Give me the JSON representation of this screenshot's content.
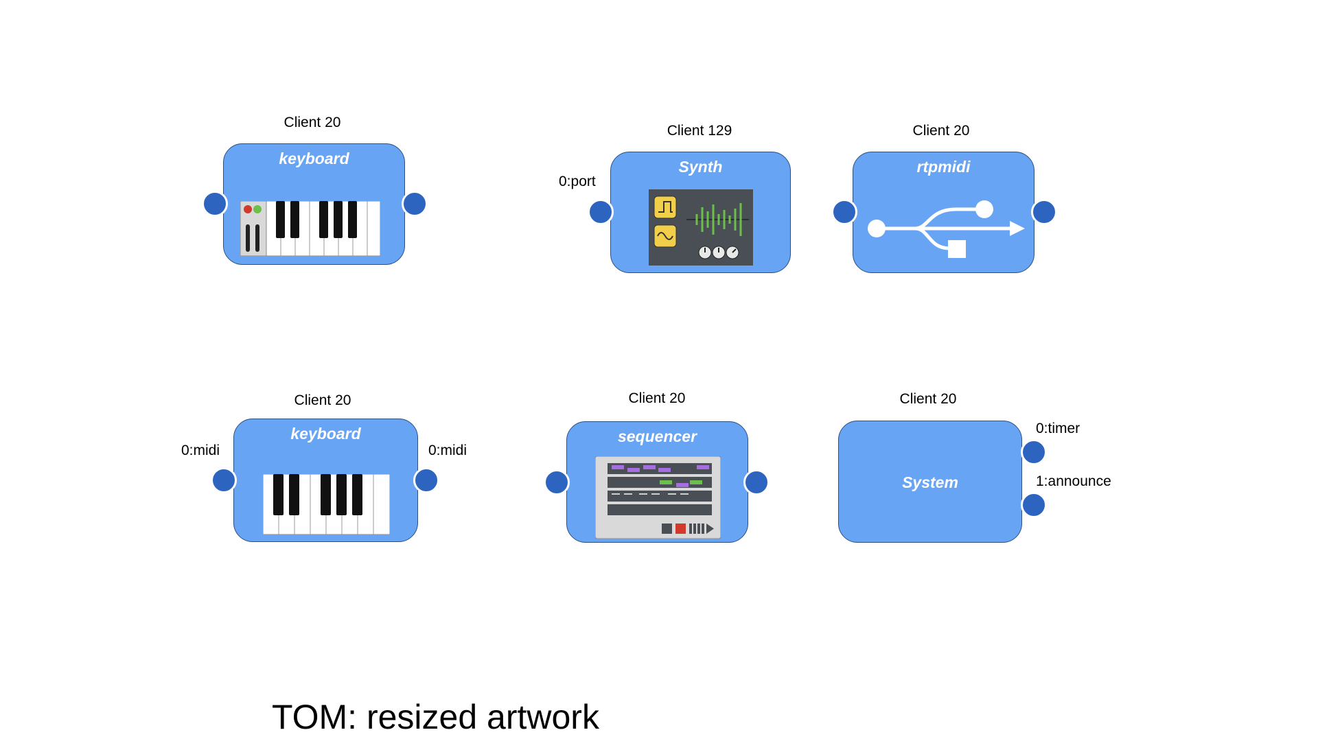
{
  "nodes": [
    {
      "client": "Client 20",
      "title": "keyboard"
    },
    {
      "client": "Client 129",
      "title": "Synth",
      "port_in": "0:port"
    },
    {
      "client": "Client 20",
      "title": "rtpmidi"
    },
    {
      "client": "Client 20",
      "title": "keyboard",
      "port_in": "0:midi",
      "port_out": "0:midi"
    },
    {
      "client": "Client 20",
      "title": "sequencer"
    },
    {
      "client": "Client 20",
      "title": "System",
      "port_out_1": "0:timer",
      "port_out_2": "1:announce"
    }
  ],
  "footer": "TOM: resized artwork",
  "colors": {
    "node_fill": "#68a4f4",
    "node_border": "#2a4f82",
    "port": "#2c64bf"
  }
}
